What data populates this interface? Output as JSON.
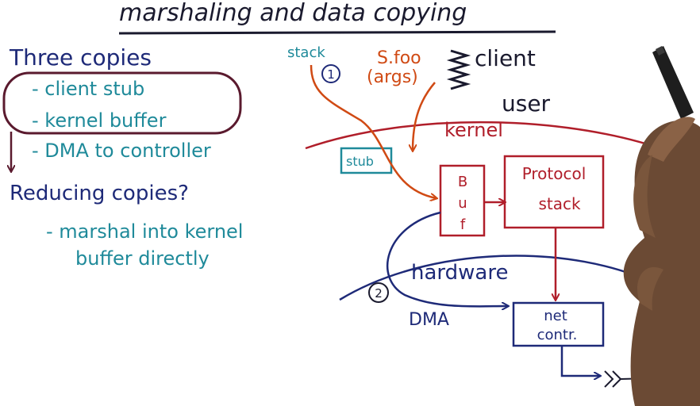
{
  "title": "marshaling and data copying",
  "left_notes": {
    "heading": "Three copies",
    "items": [
      "- client stub",
      "- kernel buffer",
      "- DMA to controller"
    ],
    "question": "Reducing copies?",
    "answer_line1": "- marshal into kernel",
    "answer_line2": "buffer directly"
  },
  "diagram": {
    "stack_label": "stack",
    "step1": "1",
    "call_line1": "S.foo",
    "call_line2": "(args)",
    "client_label": "client",
    "user_label": "user",
    "kernel_label": "kernel",
    "stub_label": "stub",
    "buffer_letters": [
      "B",
      "u",
      "f"
    ],
    "protocol_line1": "Protocol",
    "protocol_line2": "stack",
    "hardware_label": "hardware",
    "step2": "2",
    "dma_label": "DMA",
    "netctrl_line1": "net",
    "netctrl_line2": "contr."
  },
  "colors": {
    "dark_ink": "#1a1a2e",
    "teal": "#1f8a9a",
    "navy": "#1e2a78",
    "red": "#b01e2a",
    "orange": "#d04a14"
  }
}
